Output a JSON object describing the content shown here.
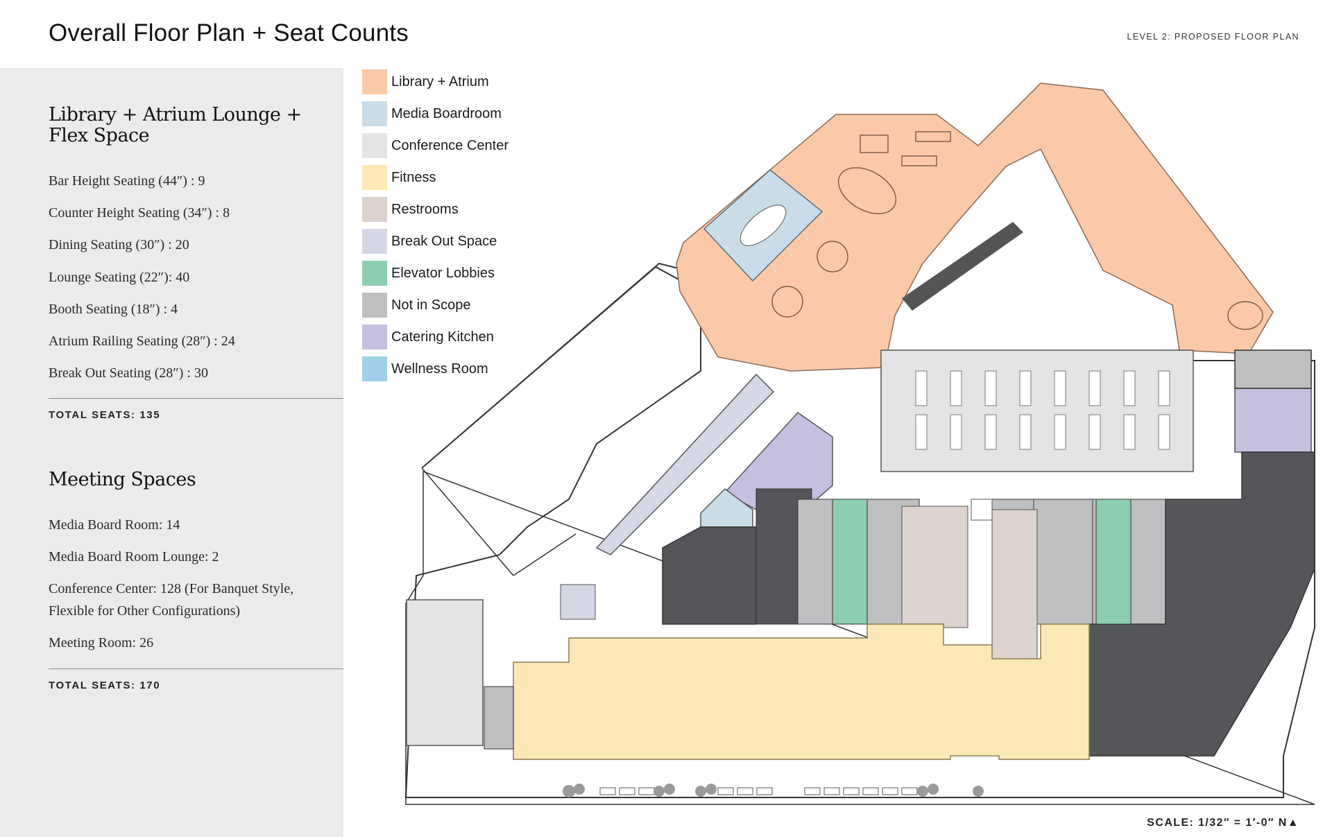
{
  "header": {
    "title": "Overall Floor Plan + Seat Counts",
    "level": "LEVEL 2: PROPOSED FLOOR PLAN"
  },
  "library": {
    "heading": "Library + Atrium Lounge + Flex Space",
    "items": [
      "Bar Height Seating (44″) : 9",
      "Counter Height Seating (34″) : 8",
      "Dining Seating (30″) : 20",
      "Lounge Seating (22″): 40",
      "Booth Seating (18″) : 4",
      "Atrium Railing Seating (28″) : 24",
      "Break Out Seating (28″) : 30"
    ],
    "total": "TOTAL SEATS: 135"
  },
  "meeting": {
    "heading": "Meeting Spaces",
    "items": [
      "Media Board Room: 14",
      "Media Board Room Lounge: 2",
      "Conference Center: 128 (For Banquet Style, Flexible for Other Configurations)",
      "Meeting Room: 26"
    ],
    "total": "TOTAL SEATS: 170"
  },
  "legend": [
    {
      "label": "Library + Atrium",
      "color": "#fbc9a8"
    },
    {
      "label": "Media Boardroom",
      "color": "#c9dce7"
    },
    {
      "label": "Conference Center",
      "color": "#e3e4e4"
    },
    {
      "label": "Fitness",
      "color": "#fbe8b6"
    },
    {
      "label": "Restrooms",
      "color": "#ddd2cd"
    },
    {
      "label": "Break Out Space",
      "color": "#d5d7e6"
    },
    {
      "label": "Elevator Lobbies",
      "color": "#8dceb0"
    },
    {
      "label": "Not in Scope",
      "color": "#bebfc1"
    },
    {
      "label": "Catering Kitchen",
      "color": "#c4c0e0"
    },
    {
      "label": "Wellness Room",
      "color": "#9fcfe9"
    }
  ],
  "scale": "SCALE: 1/32″ = 1′-0″ N▲"
}
